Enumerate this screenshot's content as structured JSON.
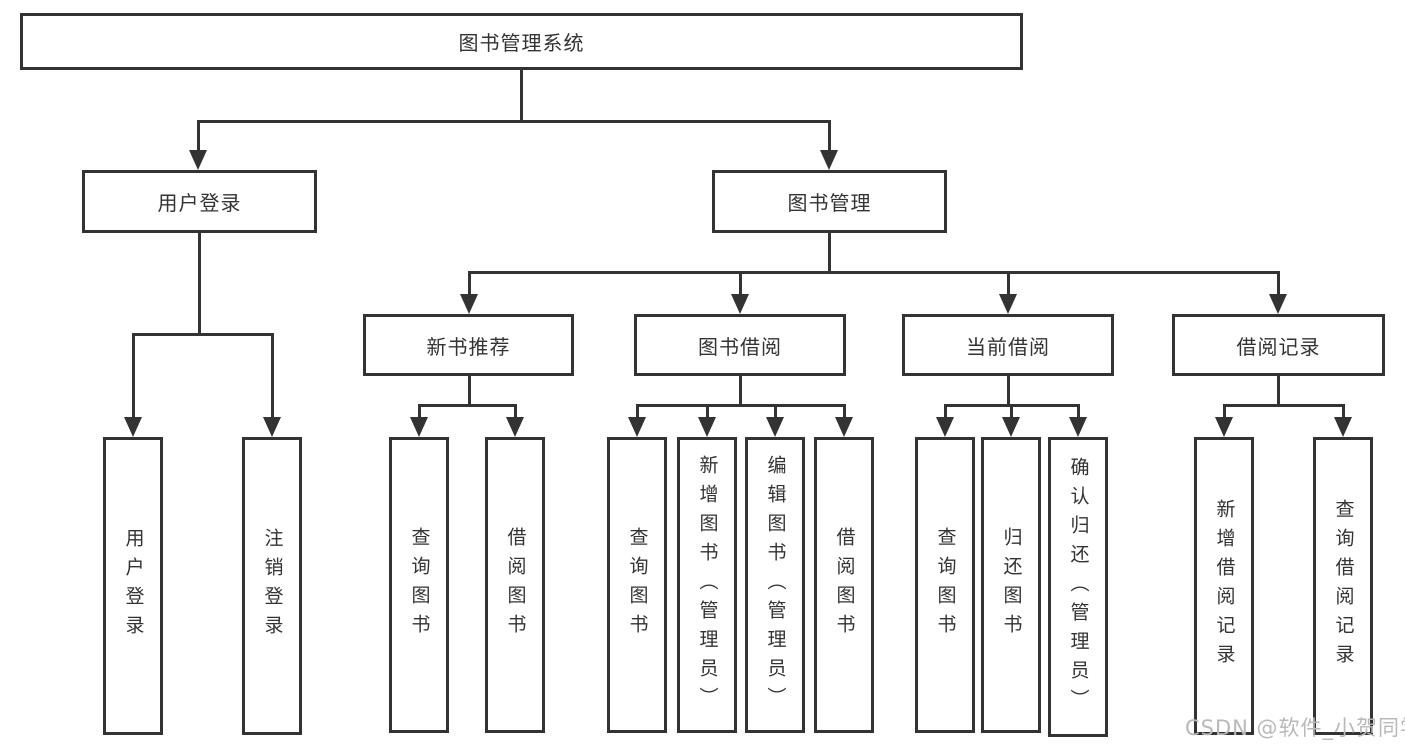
{
  "nodes": {
    "root": "图书管理系统",
    "level1": [
      "用户登录",
      "图书管理"
    ],
    "level2": [
      "新书推荐",
      "图书借阅",
      "当前借阅",
      "借阅记录"
    ],
    "login_children": [
      "用户登录",
      "注销登录"
    ],
    "recommend_children": [
      "查询图书",
      "借阅图书"
    ],
    "borrow_children": [
      "查询图书",
      "新增图书（管理员）",
      "编辑图书（管理员）",
      "借阅图书"
    ],
    "current_children": [
      "查询图书",
      "归还图书",
      "确认归还（管理员）"
    ],
    "record_children": [
      "新增借阅记录",
      "查询借阅记录"
    ]
  },
  "watermark": {
    "text": "CSDN @软件_小贺同学"
  },
  "colors": {
    "line": "#333333",
    "text": "#333333",
    "watermark": "#b9b9b9",
    "canvas": "#ffffff"
  }
}
